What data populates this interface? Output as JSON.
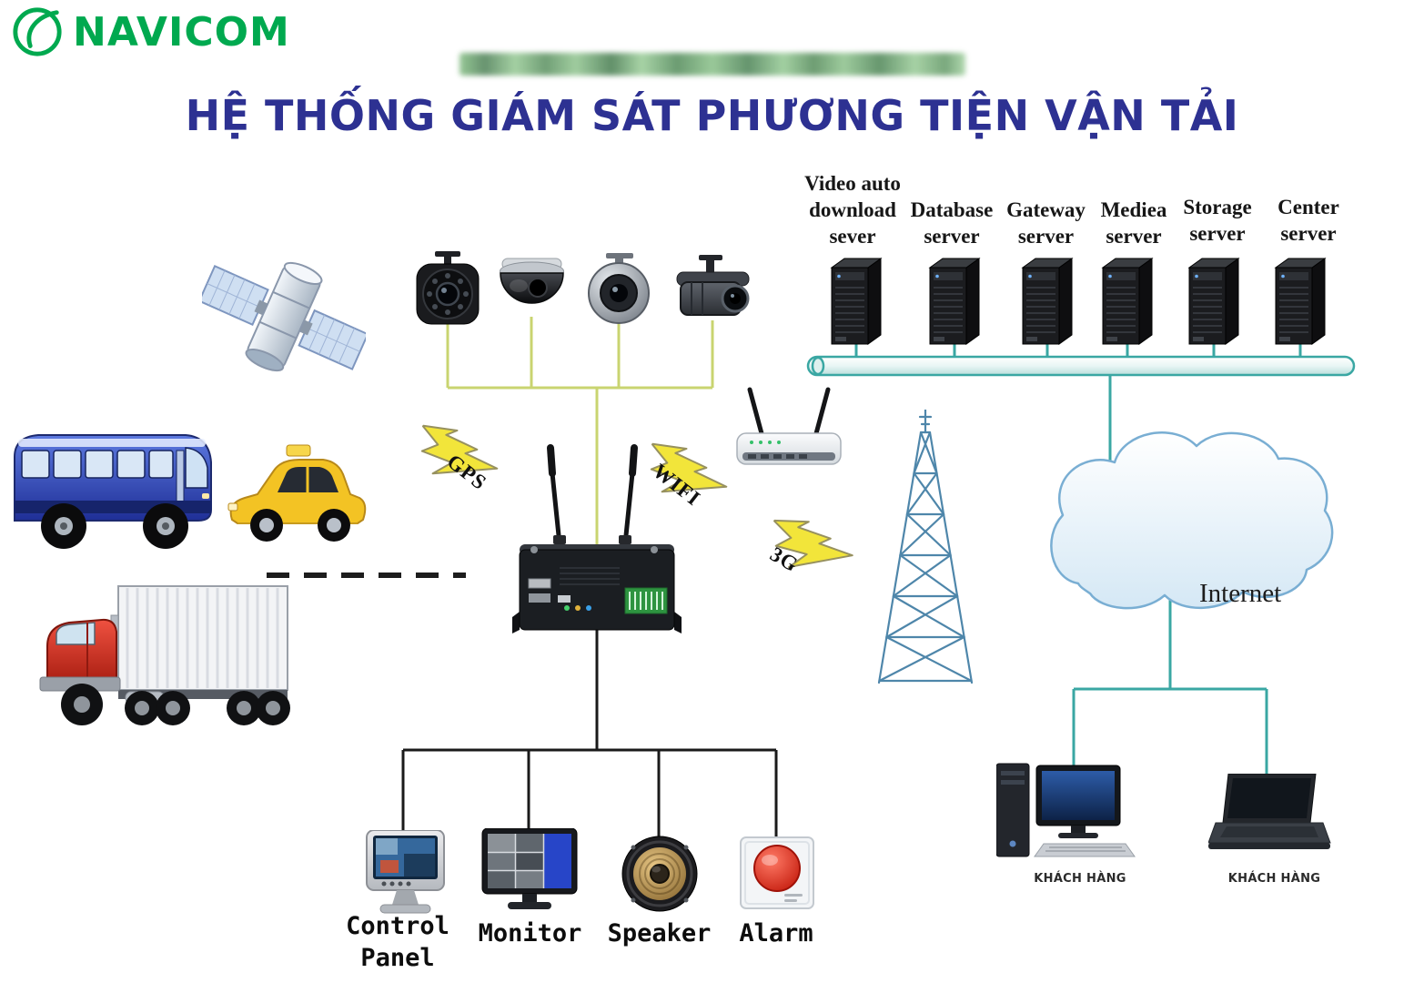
{
  "brand": {
    "name": "NAVICOM"
  },
  "title": "HỆ THỐNG GIÁM SÁT PHƯƠNG TIỆN VẬN TẢI",
  "servers": [
    {
      "label": "Video auto download sever"
    },
    {
      "label": "Database server"
    },
    {
      "label": "Gateway server"
    },
    {
      "label": "Mediea server"
    },
    {
      "label": "Storage server"
    },
    {
      "label": "Center server"
    }
  ],
  "wireless": {
    "gps": "GPS",
    "wifi": "WIFI",
    "g3": "3G"
  },
  "internet": {
    "label": "Internet"
  },
  "clients": [
    {
      "label": "KHÁCH HÀNG"
    },
    {
      "label": "KHÁCH HÀNG"
    }
  ],
  "outputs": [
    {
      "label": "Control Panel"
    },
    {
      "label": "Monitor"
    },
    {
      "label": "Speaker"
    },
    {
      "label": "Alarm"
    }
  ],
  "colors": {
    "brand_green": "#00a94f",
    "title_color": "#2d3192",
    "wire_teal": "#3aa7a3",
    "wire_camera": "#c9d470",
    "wire_black": "#1a1a1a",
    "bolt_yellow": "#f2e53a"
  }
}
